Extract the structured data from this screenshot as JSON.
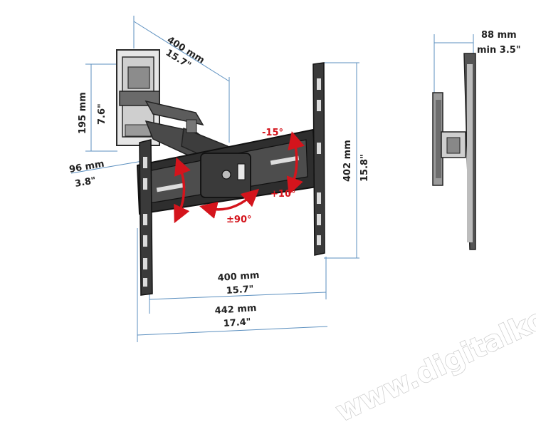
{
  "colors": {
    "dimension_line": "#5b8fbf",
    "arrow_red": "#d4141c",
    "metal": "#2b2b2b",
    "metal_light": "#777777"
  },
  "dimensions": {
    "arm_extension_mm": "400 mm",
    "arm_extension_in": "15.7\"",
    "wallplate_height_mm": "195 mm",
    "wallplate_height_in": "7.6\"",
    "wallplate_offset_mm": "96 mm",
    "wallplate_offset_in": "3.8\"",
    "vesa_height_mm": "402 mm",
    "vesa_height_in": "15.8\"",
    "vesa_width_mm": "400 mm",
    "vesa_width_in": "15.7\"",
    "total_width_mm": "442 mm",
    "total_width_in": "17.4\"",
    "profile_depth_mm": "88 mm",
    "profile_depth_in": "min 3.5\""
  },
  "adjustments": {
    "tilt_up": "-15°",
    "tilt_down": "+10°",
    "swivel": "±90°"
  },
  "watermark": "www.digitalko.hu"
}
